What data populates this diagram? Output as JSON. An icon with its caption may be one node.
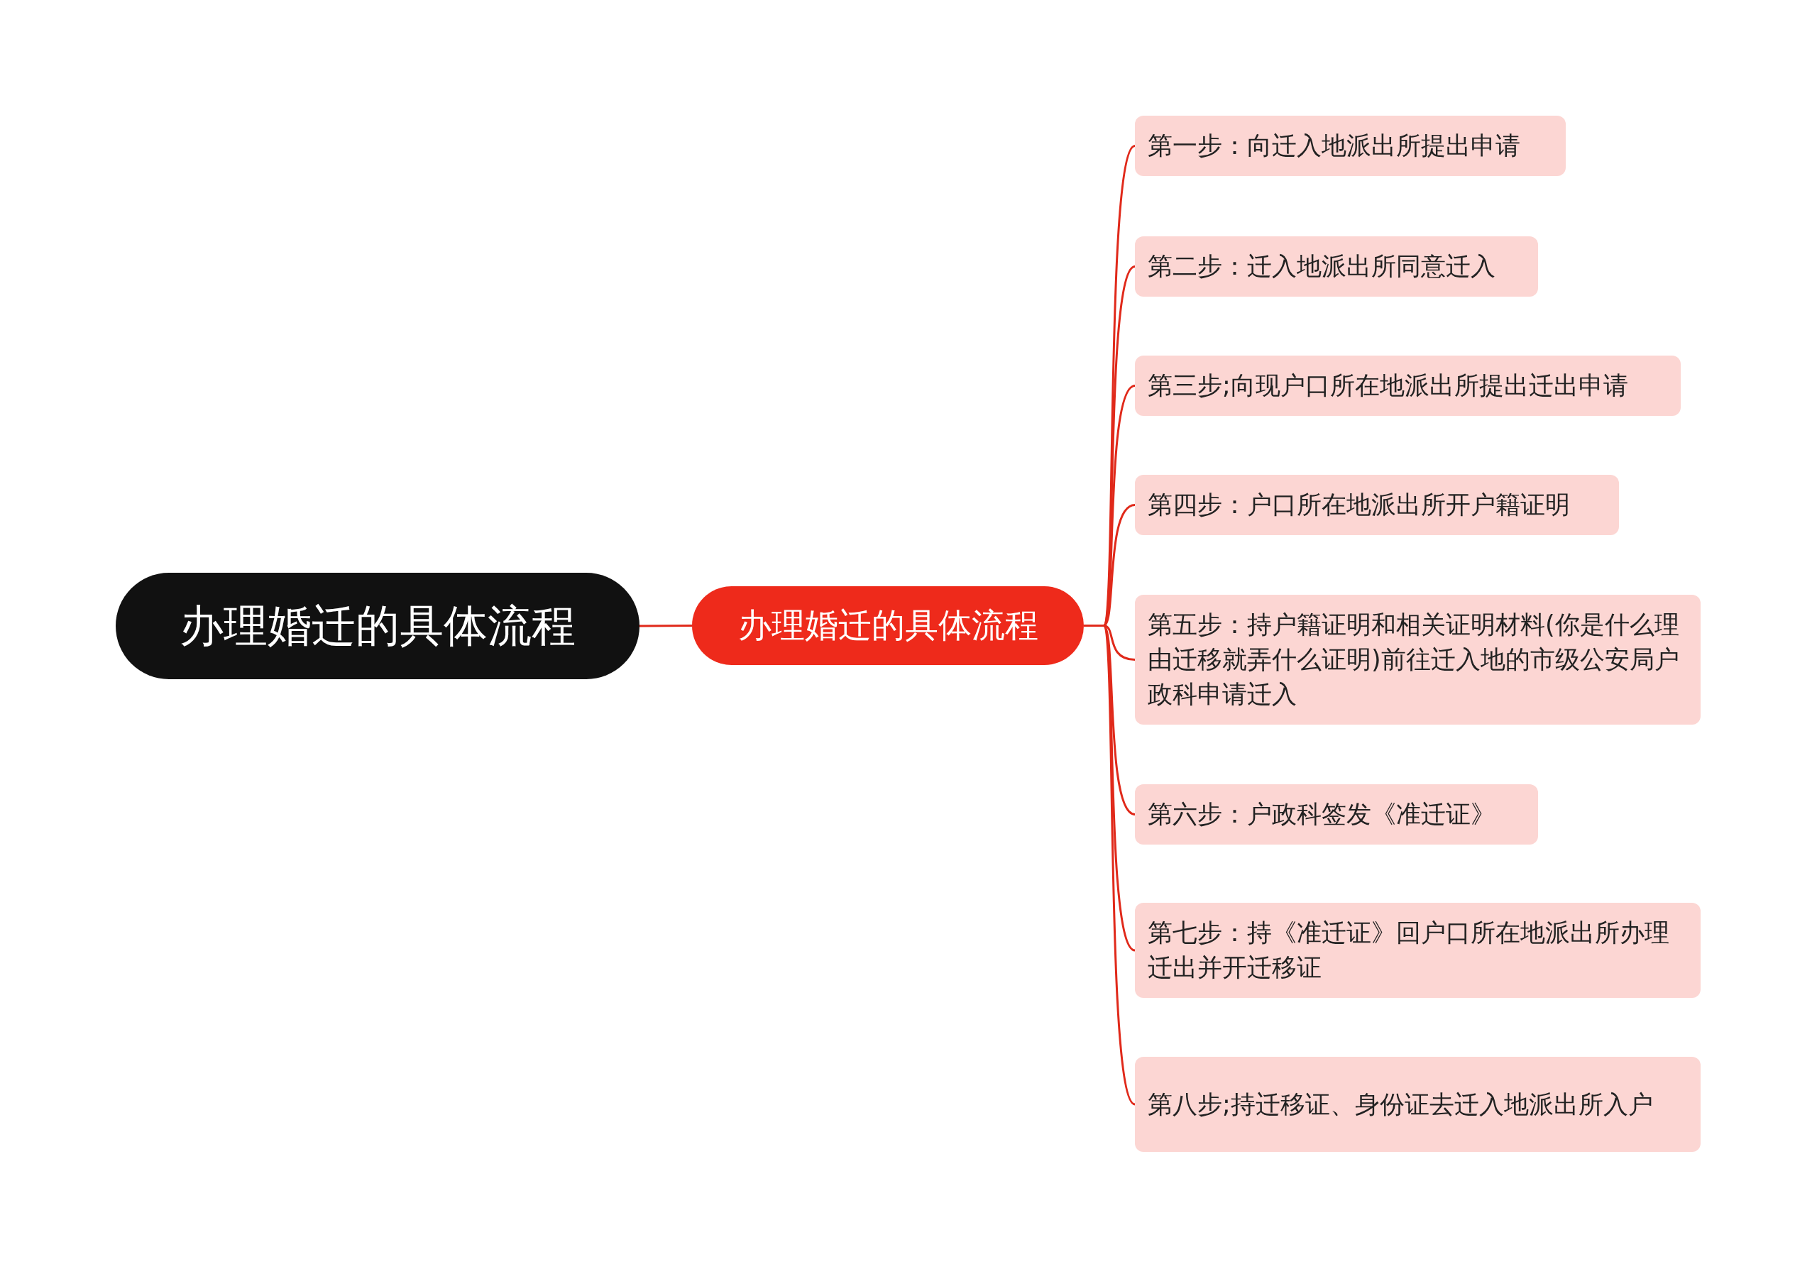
{
  "diagram": {
    "nodes": [
      {
        "text": [
          "办理婚迁的具体流程"
        ]
      },
      {
        "text": [
          "办理婚迁的具体流程"
        ]
      },
      {
        "text": [
          "第一步：向迁入地派出所提出申请"
        ]
      },
      {
        "text": [
          "第二步：迁入地派出所同意迁入"
        ]
      },
      {
        "text": [
          "第三步;向现户口所在地派出所提出迁出申请"
        ]
      },
      {
        "text": [
          "第四步：户口所在地派出所开户籍证明"
        ]
      },
      {
        "text": [
          "第五步：持户籍证明和相关证明材料(你是什么理由迁移就弄什么证明)前往迁入地的市级公安局户政科申请迁入"
        ]
      },
      {
        "text": [
          "第六步：户政科签发《准迁证》"
        ]
      },
      {
        "text": [
          "第七步：持《准迁证》回户口所在地派出所办理迁出并开迁移证"
        ]
      },
      {
        "text": [
          "第八步;持迁移证、身份证去迁入地派出所入户"
        ]
      }
    ],
    "edges": [
      {
        "from": 0,
        "to": 1,
        "arrow": "none"
      },
      {
        "from": 1,
        "to": 2,
        "arrow": "none"
      },
      {
        "from": 1,
        "to": 3,
        "arrow": "none"
      },
      {
        "from": 1,
        "to": 4,
        "arrow": "none"
      },
      {
        "from": 1,
        "to": 5,
        "arrow": "none"
      },
      {
        "from": 1,
        "to": 6,
        "arrow": "none"
      },
      {
        "from": 1,
        "to": 7,
        "arrow": "none"
      },
      {
        "from": 1,
        "to": 8,
        "arrow": "none"
      },
      {
        "from": 1,
        "to": 9,
        "arrow": "none"
      }
    ]
  }
}
